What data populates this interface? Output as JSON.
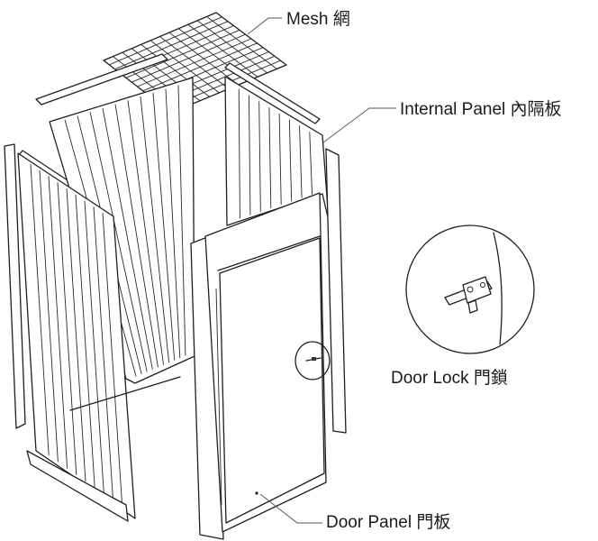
{
  "labels": {
    "mesh": "Mesh 網",
    "internal_panel": "Internal Panel 內隔板",
    "door_lock": "Door Lock 門鎖",
    "door_panel": "Door Panel 門板"
  }
}
